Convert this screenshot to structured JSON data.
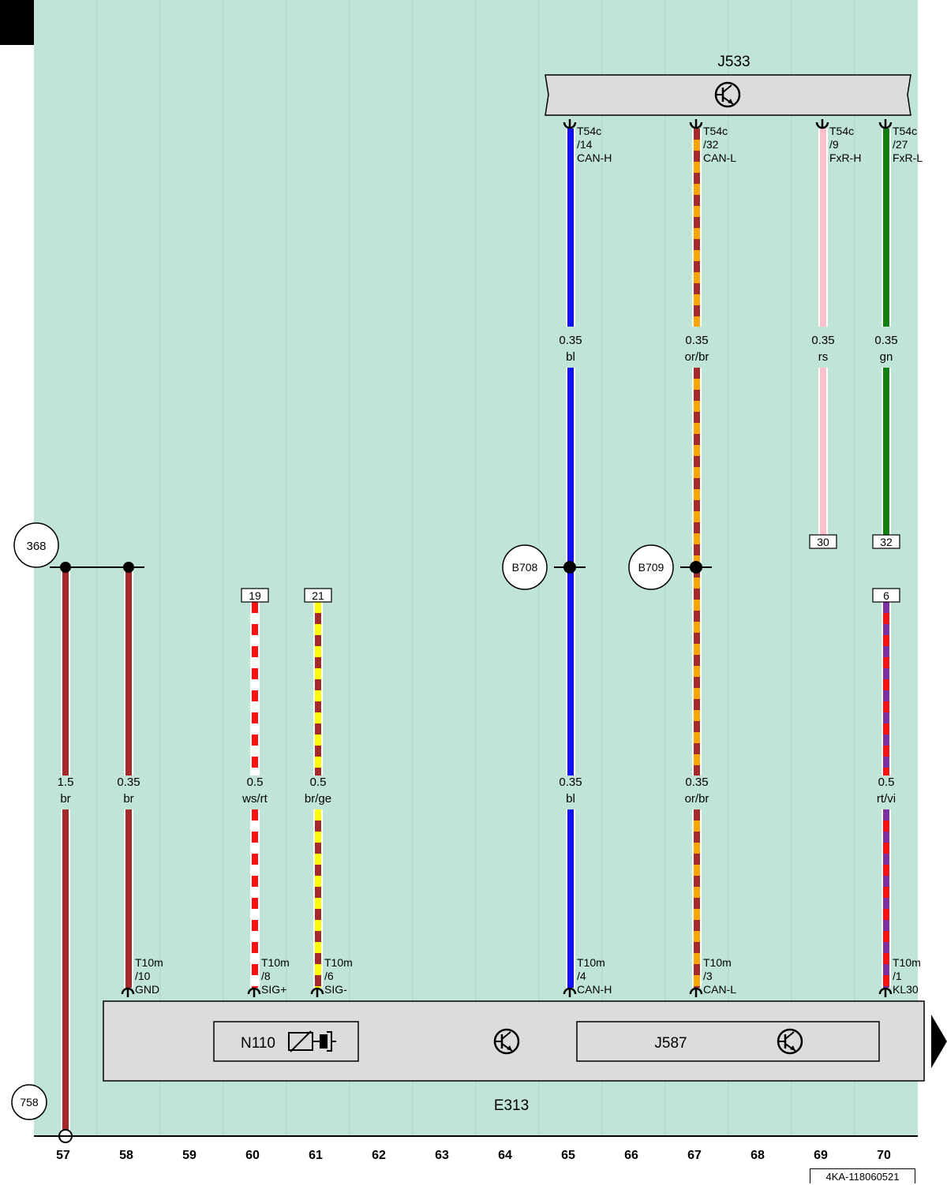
{
  "colors": {
    "background": "#c0e4d6",
    "component_fill": "#dcdcdc",
    "br": "#a52a2a",
    "ws": "#ffffff",
    "rt": "#ff1010",
    "ge": "#ffff00",
    "bl": "#1010ff",
    "or": "#ffa500",
    "rs": "#ffc0cb",
    "gn": "#108010",
    "vi": "#7b2fa0"
  },
  "components": {
    "j533": "J533",
    "e313": "E313",
    "n110": "N110",
    "j587": "J587"
  },
  "references": {
    "top_left": "368",
    "bottom_left": "758",
    "splice_b708": "B708",
    "splice_b709": "B709"
  },
  "terminals": {
    "j533_t14": [
      "T54c",
      "/14",
      "CAN-H"
    ],
    "j533_t32": [
      "T54c",
      "/32",
      "CAN-L"
    ],
    "j533_t9": [
      "T54c",
      "/9",
      "FxR-H"
    ],
    "j533_t27": [
      "T54c",
      "/27",
      "FxR-L"
    ],
    "e313_t10": [
      "T10m",
      "/10",
      "GND"
    ],
    "e313_t8": [
      "T10m",
      "/8",
      "SIG+"
    ],
    "e313_t6": [
      "T10m",
      "/6",
      "SIG-"
    ],
    "e313_t4": [
      "T10m",
      "/4",
      "CAN-H"
    ],
    "e313_t3": [
      "T10m",
      "/3",
      "CAN-L"
    ],
    "e313_t1": [
      "T10m",
      "/1",
      "KL30"
    ]
  },
  "wire_boxes": [
    "19",
    "21",
    "30",
    "32",
    "6"
  ],
  "wire_labels": {
    "w57": [
      "1.5",
      "br"
    ],
    "w58": [
      "0.35",
      "br"
    ],
    "w60": [
      "0.5",
      "ws/rt"
    ],
    "w61": [
      "0.5",
      "br/ge"
    ],
    "w65_top": [
      "0.35",
      "bl"
    ],
    "w65_bot": [
      "0.35",
      "bl"
    ],
    "w67_top": [
      "0.35",
      "or/br"
    ],
    "w67_bot": [
      "0.35",
      "or/br"
    ],
    "w69_top": [
      "0.35",
      "rs"
    ],
    "w70_top": [
      "0.35",
      "gn"
    ],
    "w70_bot": [
      "0.5",
      "rt/vi"
    ]
  },
  "columns": [
    "57",
    "58",
    "59",
    "60",
    "61",
    "62",
    "63",
    "64",
    "65",
    "66",
    "67",
    "68",
    "69",
    "70"
  ],
  "doc_id": "4KA-118060521"
}
